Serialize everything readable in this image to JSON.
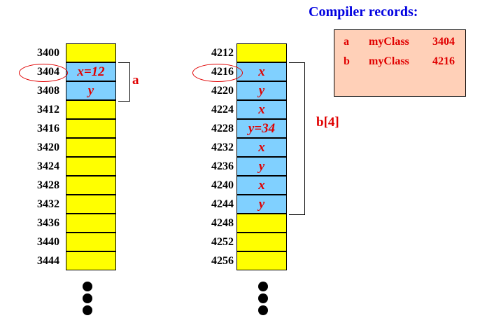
{
  "compiler": {
    "title": "Compiler records:",
    "records": [
      {
        "name": "a",
        "type": "myClass",
        "addr": "3404"
      },
      {
        "name": "b",
        "type": "myClass",
        "addr": "4216"
      }
    ]
  },
  "left": {
    "addresses": [
      "3400",
      "3404",
      "3408",
      "3412",
      "3416",
      "3420",
      "3424",
      "3428",
      "3432",
      "3436",
      "3440",
      "3444"
    ],
    "cells": [
      "",
      "x=12",
      "y",
      "",
      "",
      "",
      "",
      "",
      "",
      "",
      "",
      ""
    ],
    "highlight": [
      false,
      true,
      true,
      false,
      false,
      false,
      false,
      false,
      false,
      false,
      false,
      false
    ],
    "bracket_label": "a"
  },
  "right": {
    "addresses": [
      "4212",
      "4216",
      "4220",
      "4224",
      "4228",
      "4232",
      "4236",
      "4240",
      "4244",
      "4248",
      "4252",
      "4256"
    ],
    "cells": [
      "",
      "x",
      "y",
      "x",
      "y=34",
      "x",
      "y",
      "x",
      "y",
      "",
      "",
      ""
    ],
    "highlight": [
      false,
      true,
      true,
      true,
      true,
      true,
      true,
      true,
      true,
      false,
      false,
      false
    ],
    "bracket_label": "b[4]"
  },
  "colors": {
    "cell_empty": "#ffff00",
    "cell_used": "#80d0ff",
    "value_text": "#e00000",
    "title_text": "#0000e0",
    "records_bg": "#ffd0b8"
  }
}
